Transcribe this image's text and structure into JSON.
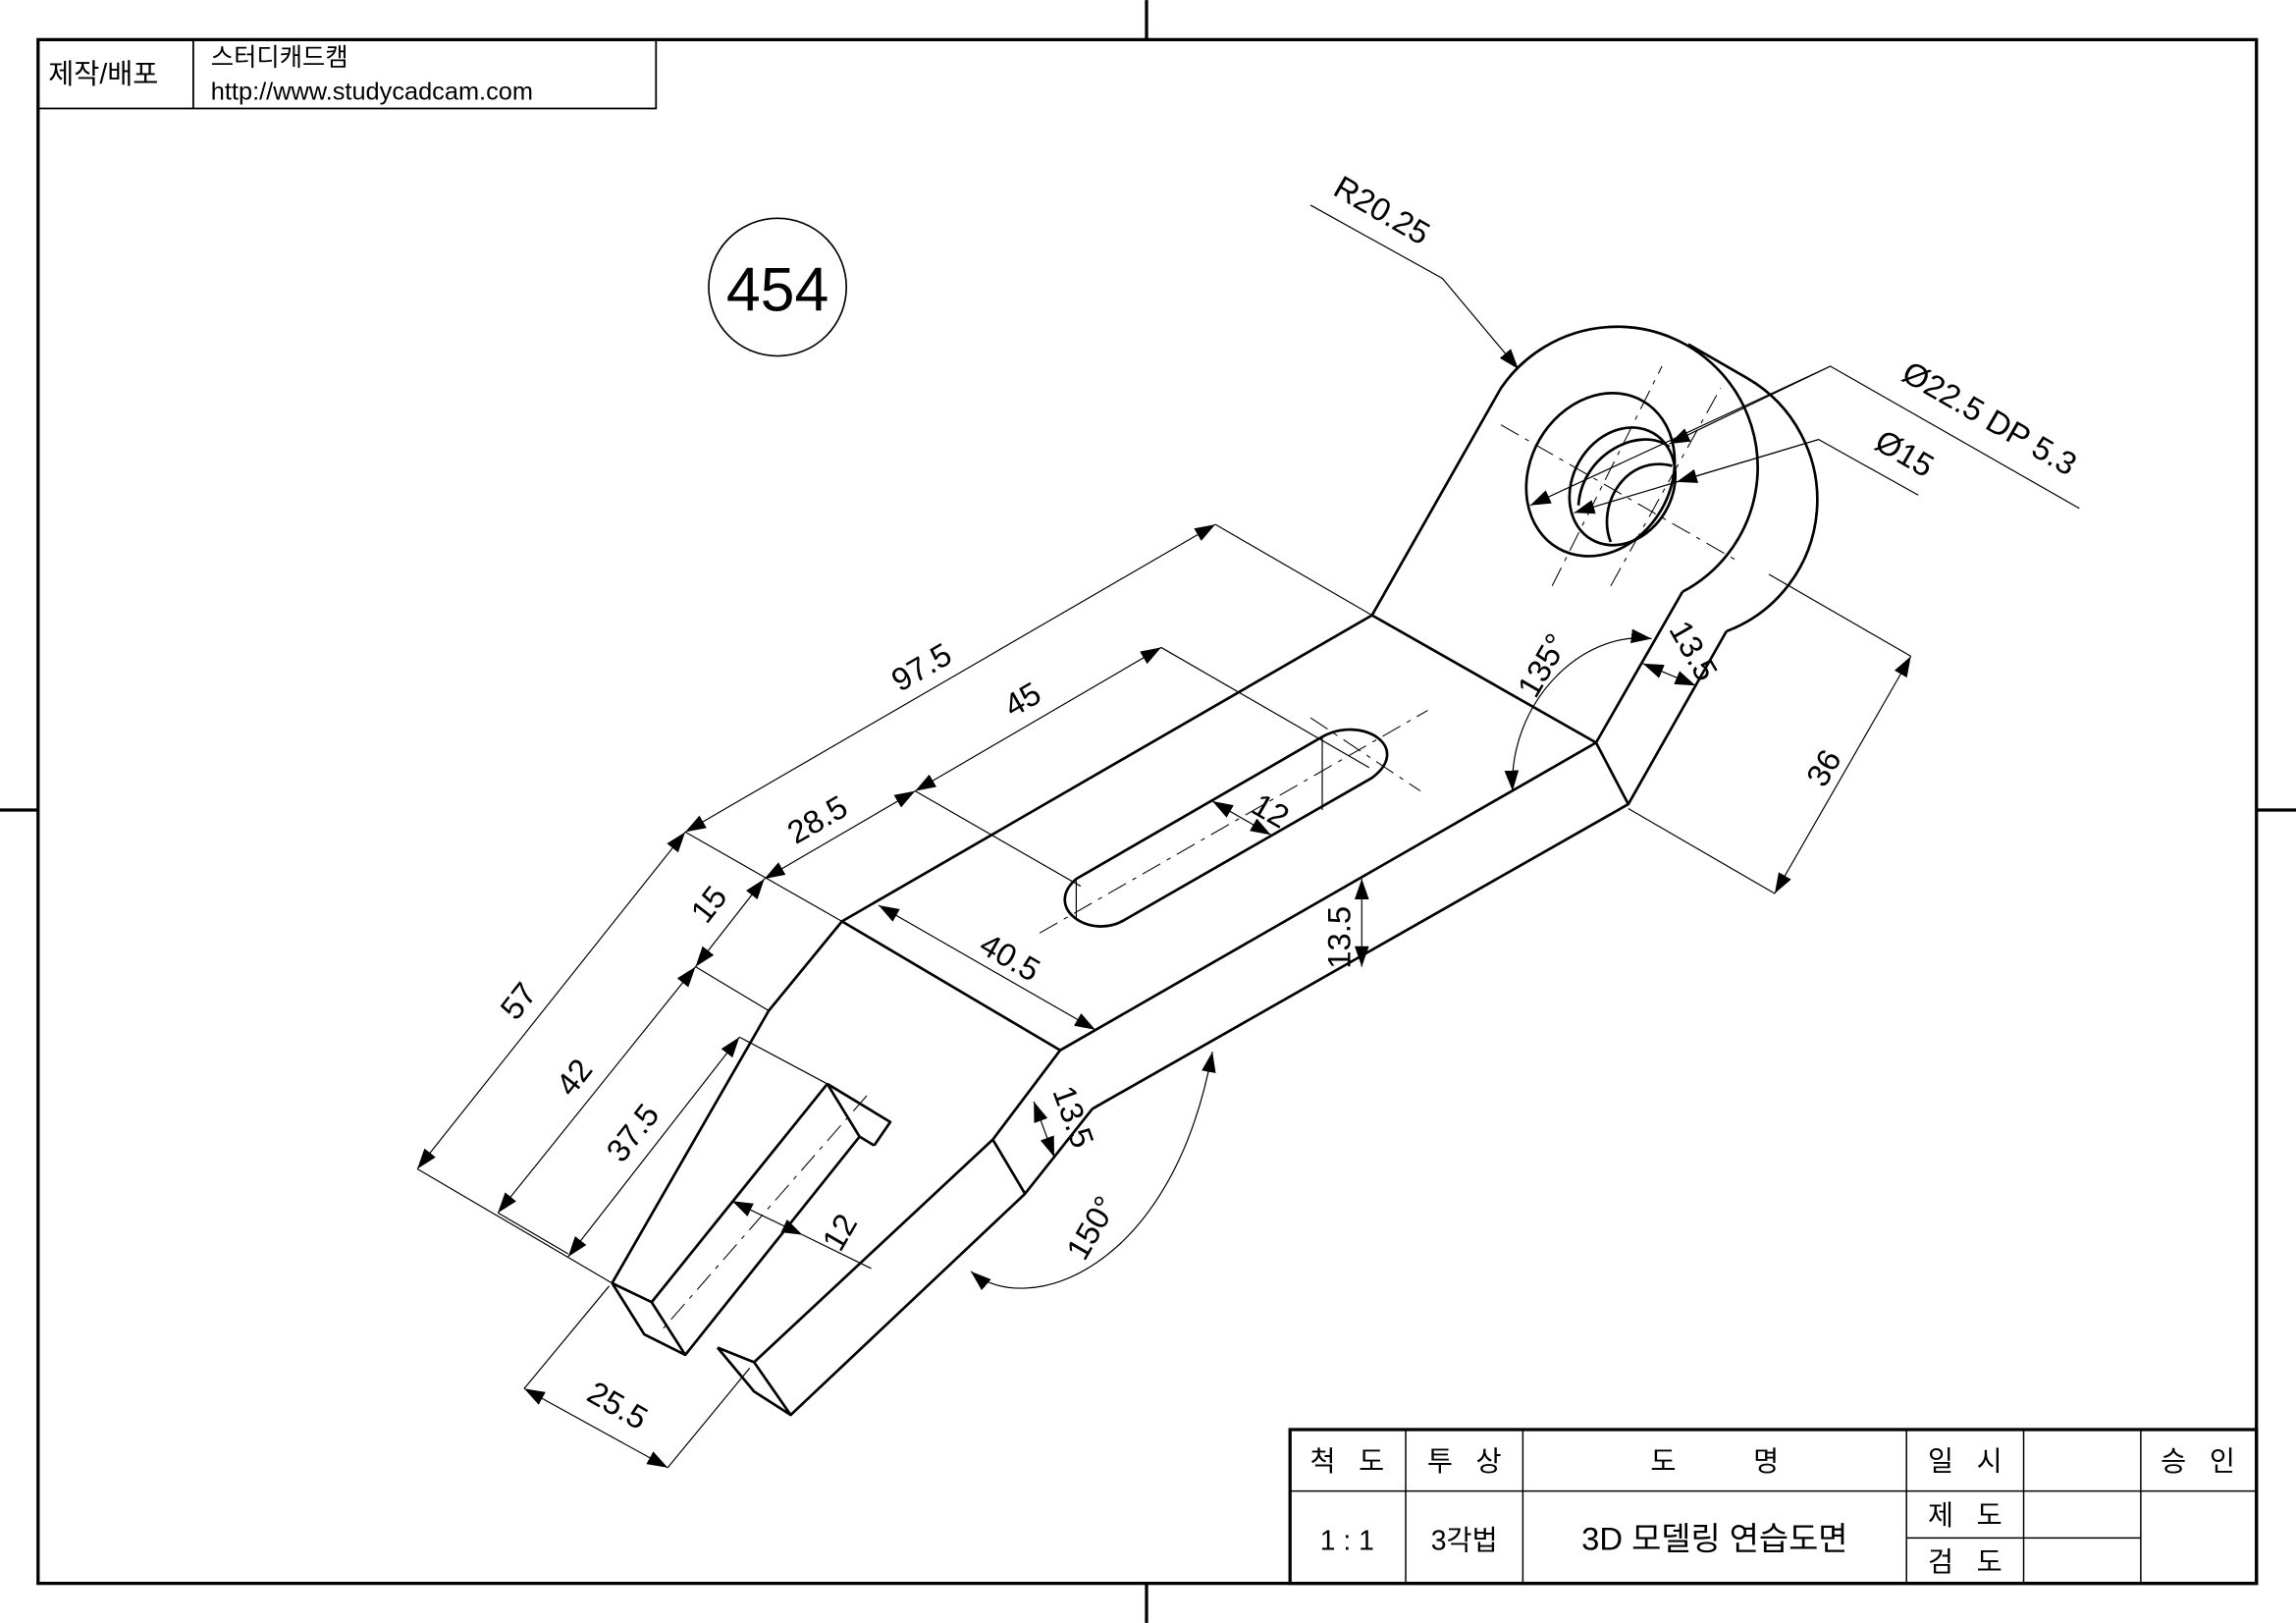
{
  "header": {
    "label": "제작/배포",
    "company": "스터디캐드캠",
    "url": "http://www.studycadcam.com"
  },
  "drawing_number": "454",
  "dimensions": {
    "overall_length": "97.5",
    "slot_length": "45",
    "slot_offset": "28.5",
    "plate_width": "40.5",
    "slot_width": "12",
    "fork_total": "57",
    "fork_step": "15",
    "fork_length": "42",
    "fork_slot_depth": "37.5",
    "fork_slot_width": "12",
    "fork_width": "25.5",
    "fork_thickness": "13.5",
    "fork_angle": "150°",
    "plate_thickness": "13.5",
    "bend_angle": "135°",
    "ear_thickness": "13.5",
    "ear_height": "36",
    "ear_radius": "R20.25",
    "counterbore": "Ø22.5 DP 5.3",
    "hole": "Ø15"
  },
  "title_block": {
    "scale_label": "척   도",
    "projection_label": "투   상",
    "name_label": "도          명",
    "date_label": "일   시",
    "approval_label": "승   인",
    "scale_value": "1 : 1",
    "projection_value": "3각법",
    "name_value": "3D 모델링 연습도면",
    "drawn_label": "제   도",
    "checked_label": "검   도"
  }
}
